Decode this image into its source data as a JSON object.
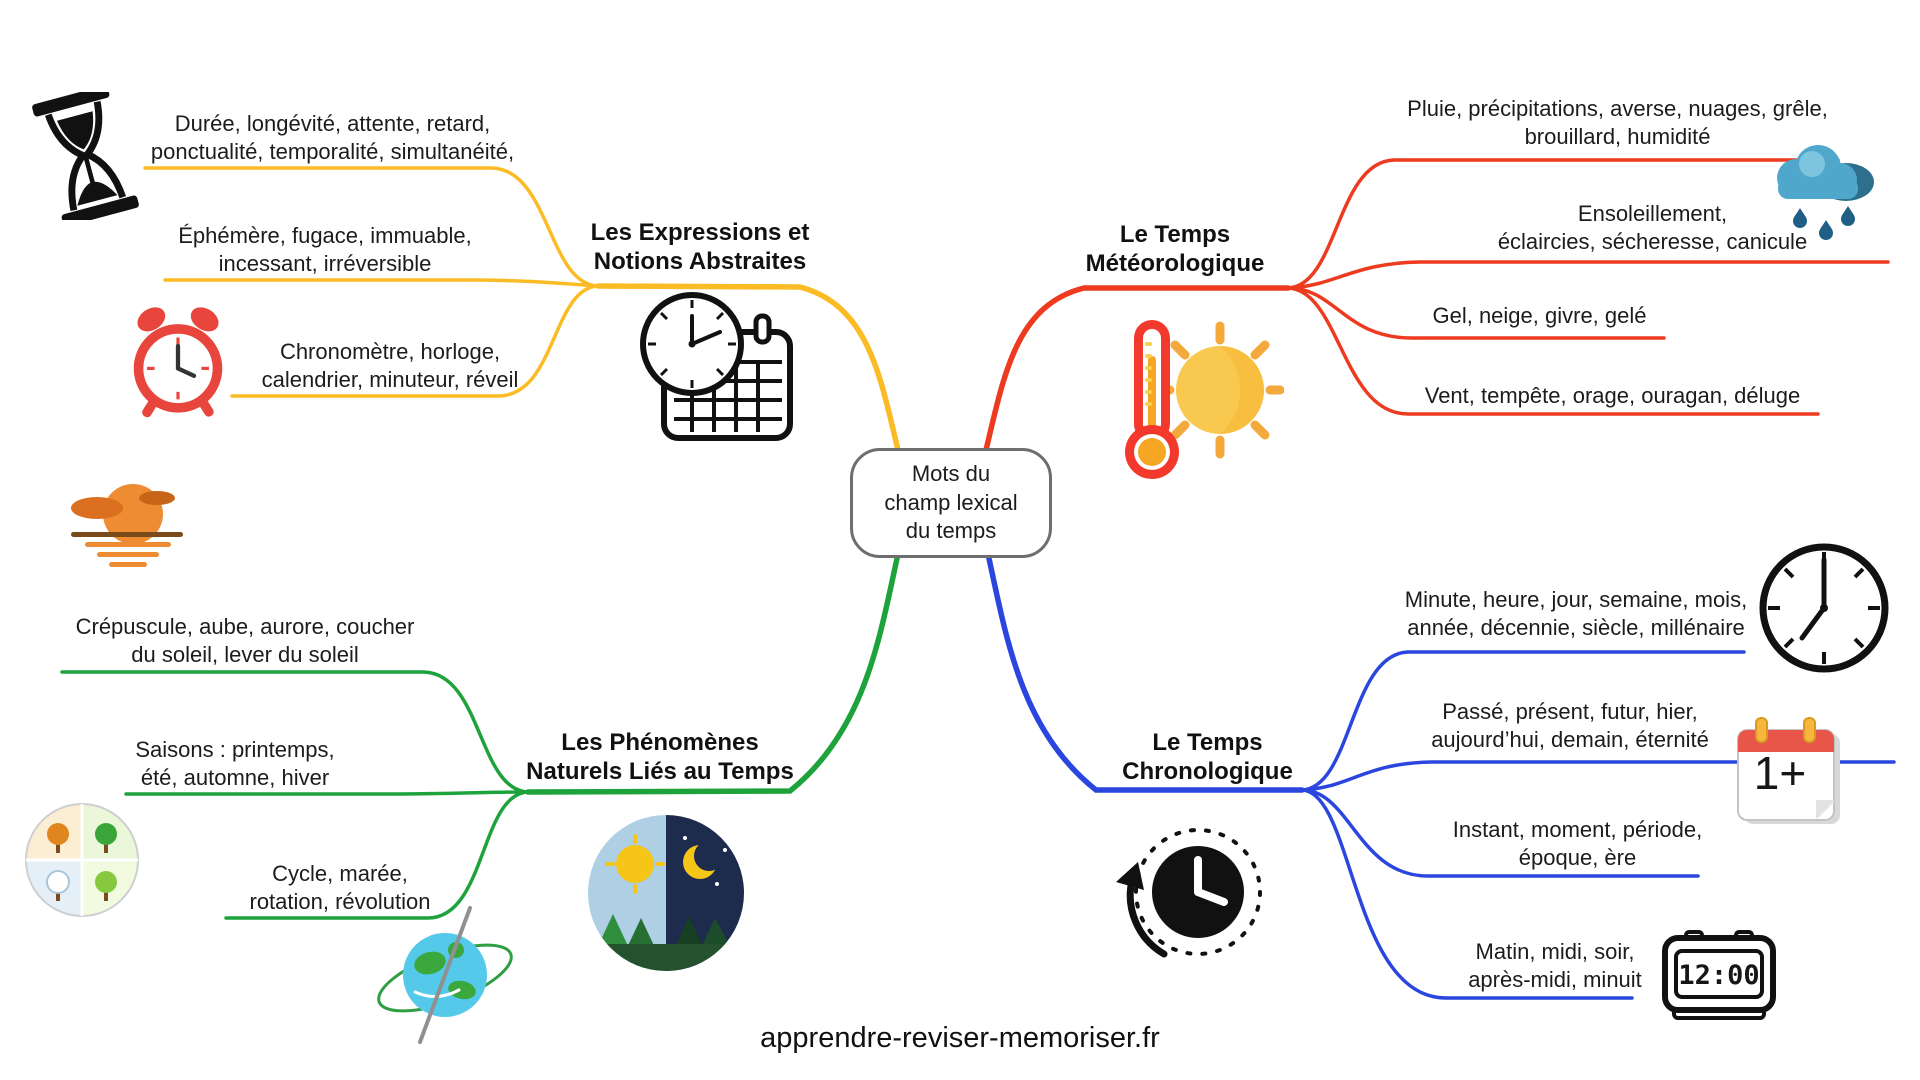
{
  "colors": {
    "branch-yellow": "#FBBB25",
    "branch-red": "#EE3A1F",
    "branch-green": "#1EA33C",
    "branch-blue": "#2A46DF",
    "text": "#1c1c1e"
  },
  "center": {
    "title": "Mots du\nchamp lexical\ndu temps"
  },
  "branches": [
    {
      "name": "expressions-et-notions-abstraites",
      "label": "Les Expressions et\nNotions Abstraites",
      "items": [
        "Durée, longévité, attente, retard,\nponctualité, temporalité, simultanéité,",
        "Éphémère, fugace, immuable,\nincessant, irréversible",
        "Chronomètre, horloge,\ncalendrier, minuteur, réveil"
      ]
    },
    {
      "name": "temps-meteorologique",
      "label": "Le Temps\nMétéorologique",
      "items": [
        "Pluie, précipitations, averse, nuages, grêle,\nbrouillard, humidité",
        "Ensoleillement,\néclaircies, sécheresse, canicule",
        "Gel, neige, givre, gelé",
        "Vent, tempête, orage, ouragan, déluge"
      ]
    },
    {
      "name": "phenomenes-naturels",
      "label": "Les Phénomènes\nNaturels Liés au Temps",
      "items": [
        "Crépuscule, aube, aurore, coucher\ndu soleil, lever du soleil",
        "Saisons : printemps,\nété, automne, hiver",
        "Cycle, marée,\nrotation, révolution"
      ]
    },
    {
      "name": "temps-chronologique",
      "label": "Le Temps\nChronologique",
      "items": [
        "Minute, heure, jour, semaine, mois,\nannée, décennie, siècle, millénaire",
        "Passé, présent, futur, hier,\naujourd’hui, demain, éternité",
        "Instant, moment, période,\népoque, ère",
        "Matin, midi, soir,\naprès-midi, minuit"
      ]
    }
  ],
  "icons": {
    "calendar_label": "1+",
    "digital_clock_time": "12:00"
  },
  "footer": "apprendre-reviser-memoriser.fr"
}
